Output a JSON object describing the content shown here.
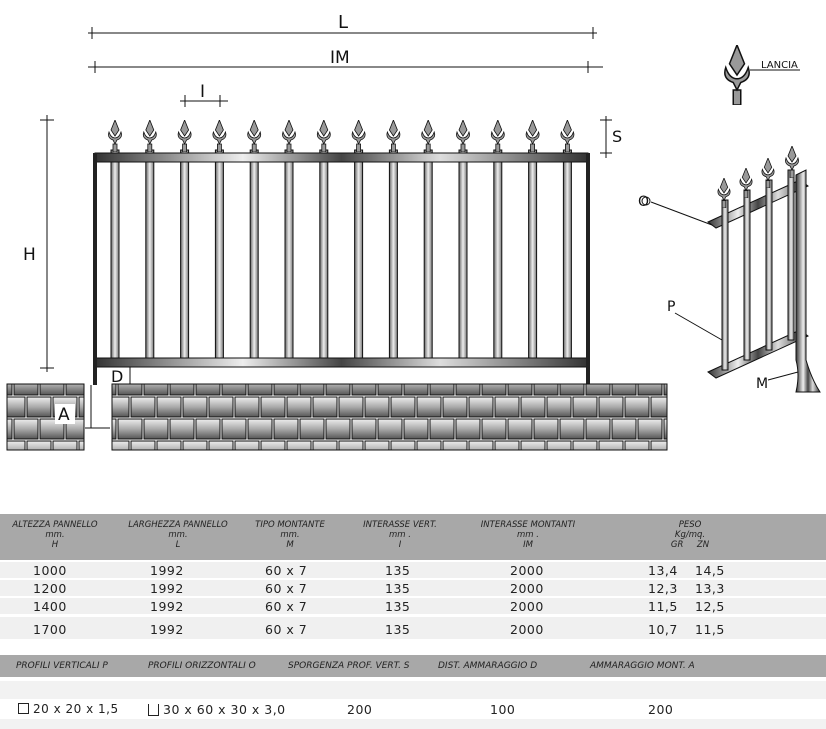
{
  "drawing": {
    "labels": {
      "L": "L",
      "IM": "IM",
      "I": "I",
      "S": "S",
      "H": "H",
      "D": "D",
      "A": "A",
      "LANCIA": "LANCIA",
      "O": "O",
      "P": "P",
      "M": "M"
    }
  },
  "table1": {
    "headers": [
      {
        "l1": "ALTEZZA PANNELLO",
        "l2": "mm.",
        "l3": "H"
      },
      {
        "l1": "LARGHEZZA PANNELLO",
        "l2": "mm.",
        "l3": "L"
      },
      {
        "l1": "TIPO MONTANTE",
        "l2": "mm.",
        "l3": "M"
      },
      {
        "l1": "INTERASSE VERT.",
        "l2": "mm .",
        "l3": "I"
      },
      {
        "l1": "INTERASSE MONTANTI",
        "l2": "mm .",
        "l3": "IM"
      },
      {
        "l1": "PESO",
        "l2": "Kg/mq.",
        "l3": "GR",
        "l4": "ZN"
      }
    ],
    "rows": [
      [
        "1000",
        "1992",
        "60 x 7",
        "135",
        "2000",
        "13,4",
        "14,5"
      ],
      [
        "1200",
        "1992",
        "60 x 7",
        "135",
        "2000",
        "12,3",
        "13,3"
      ],
      [
        "1400",
        "1992",
        "60 x 7",
        "135",
        "2000",
        "11,5",
        "12,5"
      ],
      [
        "1700",
        "1992",
        "60 x 7",
        "135",
        "2000",
        "10,7",
        "11,5"
      ]
    ]
  },
  "table2": {
    "headers": [
      "PROFILI VERTICALI  P",
      "PROFILI  ORIZZONTALI  O",
      "SPORGENZA PROF. VERT. S",
      "DIST. AMMARAGGIO  D",
      "AMMARAGGIO MONT.  A"
    ],
    "values": [
      "20 x 20 x 1,5",
      "30 x 60 x 30 x 3,0",
      "200",
      "100",
      "200"
    ]
  }
}
